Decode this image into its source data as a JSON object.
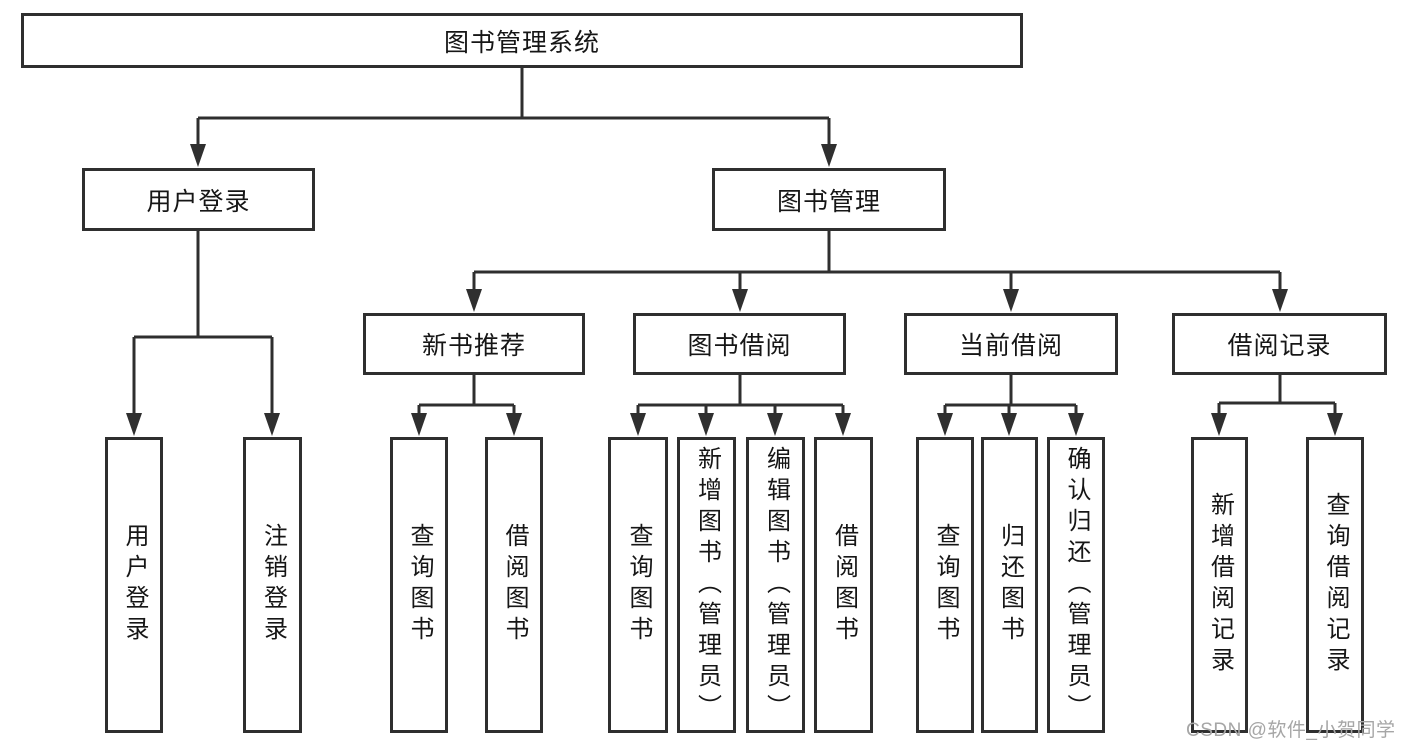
{
  "nodes": {
    "root": "图书管理系统",
    "user_login": "用户登录",
    "book_mgmt": "图书管理",
    "new_book_rec": "新书推荐",
    "book_borrow": "图书借阅",
    "current_borrow": "当前借阅",
    "borrow_record": "借阅记录",
    "leaf_user_login": "用户登录",
    "leaf_logout": "注销登录",
    "leaf_rec_query": "查询图书",
    "leaf_rec_borrow": "借阅图书",
    "leaf_bb_query": "查询图书",
    "leaf_bb_add": "新增图书（管理员）",
    "leaf_bb_edit": "编辑图书（管理员）",
    "leaf_bb_borrow": "借阅图书",
    "leaf_cb_query": "查询图书",
    "leaf_cb_return": "归还图书",
    "leaf_cb_confirm": "确认归还（管理员）",
    "leaf_br_add": "新增借阅记录",
    "leaf_br_query": "查询借阅记录"
  },
  "watermark": "CSDN @软件_小贺同学",
  "colors": {
    "line": "#2f2f2f",
    "box_border": "#2f2f2f",
    "text": "#161616",
    "watermark": "#a6a6a6"
  }
}
